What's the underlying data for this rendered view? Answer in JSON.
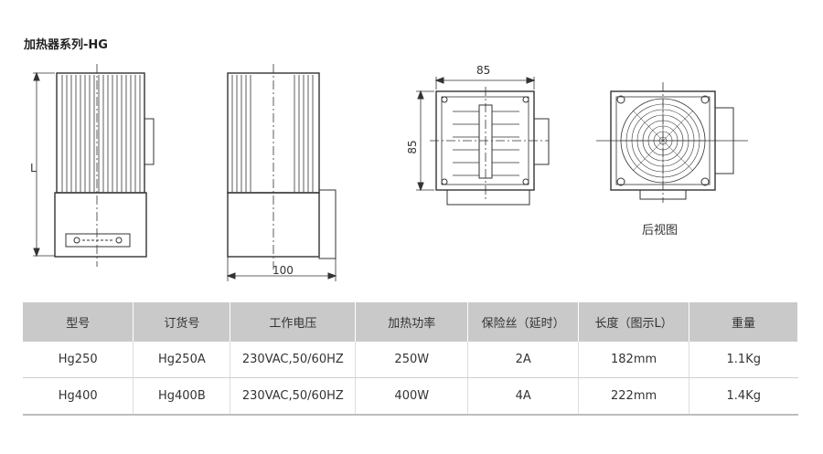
{
  "page": {
    "title": "加热器系列-HG",
    "rear_view_caption": "后视图"
  },
  "drawings": {
    "dim_length_label": "L",
    "dim_depth_label": "100",
    "dim_width_label": "85",
    "dim_height_label": "85"
  },
  "table": {
    "headers": [
      "型号",
      "订货号",
      "工作电压",
      "加热功率",
      "保险丝（延时）",
      "长度（图示L）",
      "重量"
    ],
    "rows": [
      [
        "Hg250",
        "Hg250A",
        "230VAC,50/60HZ",
        "250W",
        "2A",
        "182mm",
        "1.1Kg"
      ],
      [
        "Hg400",
        "Hg400B",
        "230VAC,50/60HZ",
        "400W",
        "4A",
        "222mm",
        "1.4Kg"
      ]
    ]
  },
  "colors": {
    "header_bg": "#c9c9c9",
    "line": "#333333"
  }
}
